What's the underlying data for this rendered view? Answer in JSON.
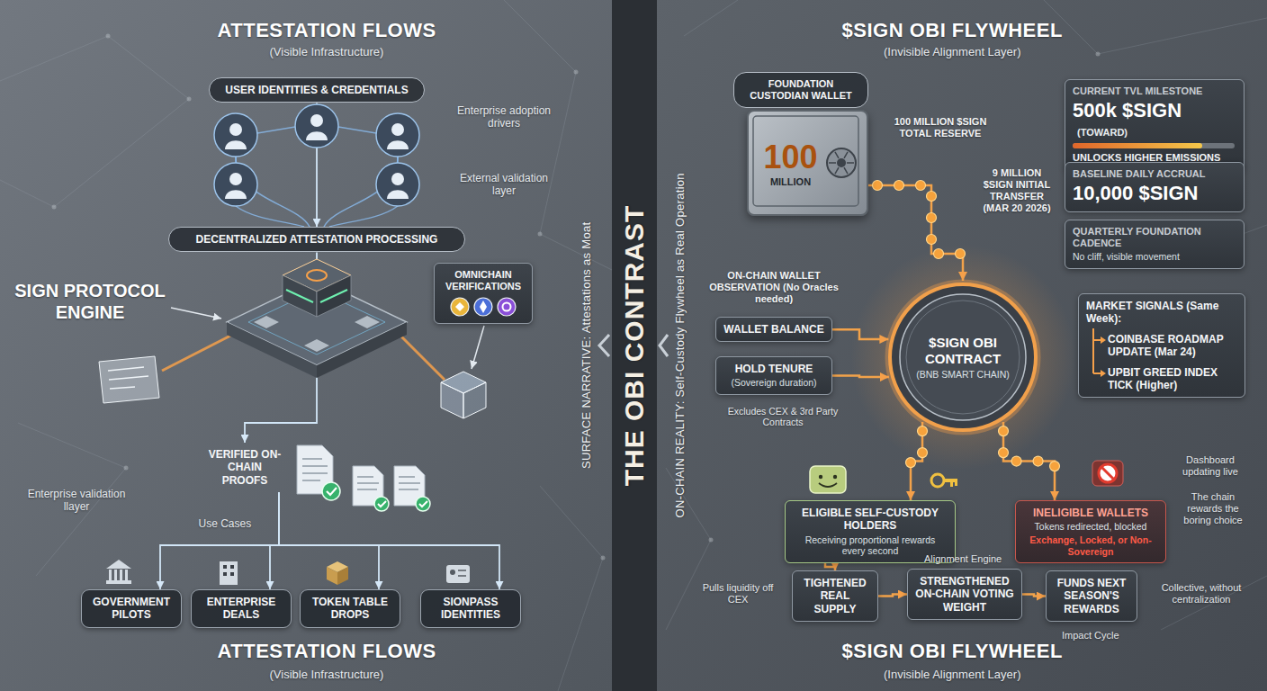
{
  "diagram": {
    "title": "THE OBI CONTRAST",
    "nodes": [
      {
        "text": [
          "USER IDENTITIES & CREDENTIALS"
        ]
      },
      {
        "text": [
          "DECENTRALIZED ATTESTATION PROCESSING"
        ]
      },
      {
        "text": [
          "OMNICHAIN VERIFICATIONS"
        ]
      },
      {
        "text": [
          "VERIFIED ON-CHAIN PROOFS"
        ]
      },
      {
        "text": [
          "GOVERNMENT PILOTS"
        ]
      },
      {
        "text": [
          "ENTERPRISE DEALS"
        ]
      },
      {
        "text": [
          "TOKEN TABLE DROPS"
        ]
      },
      {
        "text": [
          "SIONPASS IDENTITIES"
        ]
      },
      {
        "text": [
          "FOUNDATION CUSTODIAN WALLET"
        ]
      },
      {
        "text": [
          "100",
          "MILLION"
        ]
      },
      {
        "text": [
          "CURRENT TVL MILESTONE",
          "500k $SIGN",
          "(TOWARD)",
          "UNLOCKS HIGHER EMISSIONS"
        ]
      },
      {
        "text": [
          "BASELINE DAILY ACCRUAL",
          "10,000 $SIGN"
        ]
      },
      {
        "text": [
          "QUARTERLY FOUNDATION CADENCE",
          "No cliff, visible movement"
        ]
      },
      {
        "text": [
          "WALLET BALANCE"
        ]
      },
      {
        "text": [
          "HOLD TENURE",
          "(Sovereign duration)"
        ]
      },
      {
        "text": [
          "$SIGN OBI CONTRACT",
          "(BNB SMART CHAIN)"
        ]
      },
      {
        "text": [
          "MARKET SIGNALS (Same Week):",
          "COINBASE ROADMAP UPDATE (Mar 24)",
          "UPBIT GREED INDEX TICK (Higher)"
        ]
      },
      {
        "text": [
          "ELIGIBLE SELF-CUSTODY HOLDERS",
          "Receiving proportional rewards every second"
        ]
      },
      {
        "text": [
          "INELIGIBLE WALLETS",
          "Tokens redirected, blocked",
          "Exchange, Locked, or Non-Sovereign"
        ]
      },
      {
        "text": [
          "TIGHTENED REAL SUPPLY"
        ]
      },
      {
        "text": [
          "STRENGTHENED ON-CHAIN VOTING WEIGHT"
        ]
      },
      {
        "text": [
          "FUNDS NEXT SEASON'S REWARDS"
        ]
      }
    ],
    "edges": [
      {
        "from": 0,
        "to": 1,
        "arrow": "to"
      },
      {
        "from": 1,
        "to": 3,
        "arrow": "to"
      },
      {
        "from": 3,
        "to": 4,
        "arrow": "to"
      },
      {
        "from": 3,
        "to": 5,
        "arrow": "to"
      },
      {
        "from": 3,
        "to": 6,
        "arrow": "to"
      },
      {
        "from": 3,
        "to": 7,
        "arrow": "to"
      },
      {
        "from": 9,
        "to": 15,
        "arrow": "to"
      },
      {
        "from": 13,
        "to": 15,
        "arrow": "to"
      },
      {
        "from": 14,
        "to": 15,
        "arrow": "to"
      },
      {
        "from": 15,
        "to": 17,
        "arrow": "to"
      },
      {
        "from": 15,
        "to": 18,
        "arrow": "to"
      },
      {
        "from": 17,
        "to": 19,
        "arrow": "to"
      },
      {
        "from": 19,
        "to": 20,
        "arrow": "to"
      },
      {
        "from": 20,
        "to": 21,
        "arrow": "to"
      }
    ],
    "labels": [
      "ATTESTATION FLOWS",
      "(Visible Infrastructure)",
      "Enterprise adoption drivers",
      "External validation layer",
      "SIGN PROTOCOL ENGINE",
      "Enterprise validation llayer",
      "Use Cases",
      "ATTESTATION FLOWS",
      "(Visible Infrastructure)",
      "SURFACE NARRATIVE: Attestations as Moat",
      "ON-CHAIN REALITY: Self-Custody Flywheel as Real Operation",
      "$SIGN OBI FLYWHEEL",
      "(Invisible Alignment Layer)",
      "100 MILLION $SIGN TOTAL RESERVE",
      "9 MILLION $SIGN INITIAL TRANSFER (MAR 20 2026)",
      "ON-CHAIN WALLET OBSERVATION (No Oracles needed)",
      "Excludes CEX & 3rd Party Contracts",
      "Dashboard updating live",
      "The chain rewards the boring choice",
      "Alignment Engine",
      "Pulls liquidity off CEX",
      "Collective, without centralization",
      "Impact Cycle",
      "$SIGN OBI FLYWHEEL",
      "(Invisible Alignment Layer)"
    ]
  }
}
